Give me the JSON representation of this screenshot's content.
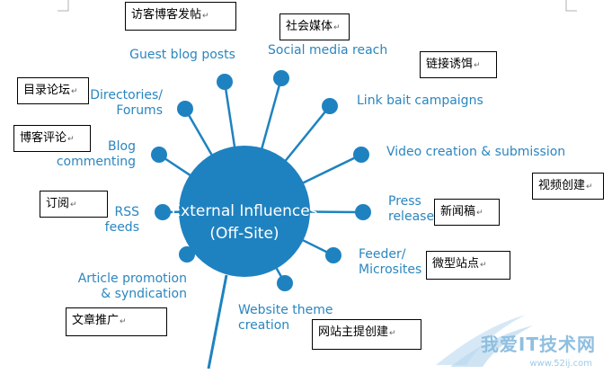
{
  "hub": {
    "line1": "External Influences",
    "line2": "(Off-Site)",
    "color": "#1f82c0"
  },
  "spokes": [
    {
      "label_lines": [
        "Guest blog posts"
      ]
    },
    {
      "label_lines": [
        "Social media reach"
      ]
    },
    {
      "label_lines": [
        "Link bait campaigns"
      ]
    },
    {
      "label_lines": [
        "Video creation & submission"
      ]
    },
    {
      "label_lines": [
        "Press",
        "releases"
      ]
    },
    {
      "label_lines": [
        "Feeder/",
        "Microsites"
      ]
    },
    {
      "label_lines": [
        "Website theme",
        "creation"
      ]
    },
    {
      "label_lines": [
        "Article promotion",
        "& syndication"
      ]
    },
    {
      "label_lines": [
        "RSS",
        "feeds"
      ]
    },
    {
      "label_lines": [
        "Blog",
        "commenting"
      ]
    },
    {
      "label_lines": [
        "Directories/",
        "Forums"
      ]
    }
  ],
  "notes": [
    {
      "text": "访客博客发帖",
      "mark": "↵"
    },
    {
      "text": "社会媒体",
      "mark": "↵"
    },
    {
      "text": "链接诱饵",
      "mark": "↵"
    },
    {
      "text": "目录论坛",
      "mark": "↵"
    },
    {
      "text": "博客评论",
      "mark": "↵"
    },
    {
      "text": "视频创建",
      "mark": "↵"
    },
    {
      "text": "订阅",
      "mark": "↵"
    },
    {
      "text": "新闻稿",
      "mark": "↵"
    },
    {
      "text": "微型站点",
      "mark": "↵"
    },
    {
      "text": "文章推广",
      "mark": "↵"
    },
    {
      "text": "网站主提创建",
      "mark": "↵"
    }
  ],
  "watermark": {
    "title": "我爱IT技术网",
    "url": "www.52ij.com"
  }
}
